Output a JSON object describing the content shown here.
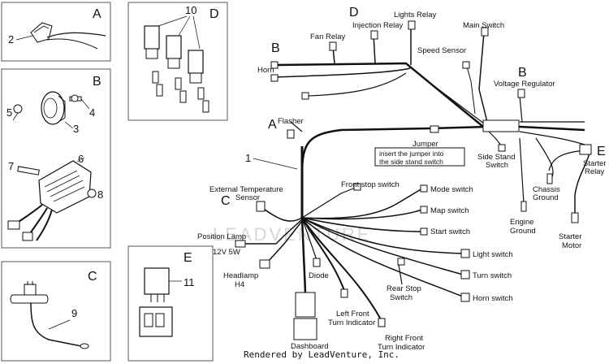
{
  "panels": {
    "A": {
      "letter": "A",
      "parts": [
        "2"
      ]
    },
    "B": {
      "letter": "B",
      "parts": [
        "3",
        "4",
        "5",
        "6",
        "7",
        "8"
      ]
    },
    "C": {
      "letter": "C",
      "parts": [
        "9"
      ]
    },
    "D": {
      "letter": "D",
      "parts": [
        "10"
      ]
    },
    "E": {
      "letter": "E",
      "parts": [
        "11"
      ]
    }
  },
  "main_letters": {
    "d": "D",
    "b_horn": "B",
    "b_vreg": "B",
    "a": "A",
    "c": "C",
    "e": "E"
  },
  "main_part_number": "1",
  "labels": {
    "lights_relay": "Lights Relay",
    "injection_relay": "Injection Relay",
    "fan_relay": "Fan Relay",
    "main_switch": "Main Switch",
    "speed_sensor": "Speed Sensor",
    "horn": "Horn",
    "voltage_regulator": "Voltage Regulator",
    "flasher": "Flasher",
    "jumper": "Jumper",
    "jumper_note_1": "insert the jumper into",
    "jumper_note_2": "the side stand switch",
    "side_stand_1": "Side Stand",
    "side_stand_2": "Switch",
    "starter_relay_1": "Starter",
    "starter_relay_2": "Relay",
    "chassis_ground_1": "Chassis",
    "chassis_ground_2": "Ground",
    "engine_ground_1": "Engine",
    "engine_ground_2": "Ground",
    "starter_motor_1": "Starter",
    "starter_motor_2": "Motor",
    "ext_temp_1": "External Temperature",
    "ext_temp_2": "Sensor",
    "front_stop_switch": "Front stop switch",
    "mode_switch": "Mode switch",
    "map_switch": "Map switch",
    "start_switch": "Start switch",
    "light_switch": "Light switch",
    "turn_switch": "Turn switch",
    "horn_switch": "Horn switch",
    "position_lamp": "Position Lamp",
    "position_lamp_spec": "12V 5W",
    "headlamp_1": "Headlamp",
    "headlamp_2": "H4",
    "diode": "Diode",
    "rear_stop_1": "Rear Stop",
    "rear_stop_2": "Switch",
    "left_front_1": "Left Front",
    "left_front_2": "Turn Indicator",
    "right_front_1": "Right Front",
    "right_front_2": "Turn Indicator",
    "dashboard": "Dashboard"
  },
  "footer": "Rendered by LeadVenture, Inc.",
  "watermark": "LEADVENTURE",
  "colors": {
    "line": "#111111",
    "panel_border": "#555555",
    "watermark": "#d7d7d7"
  }
}
